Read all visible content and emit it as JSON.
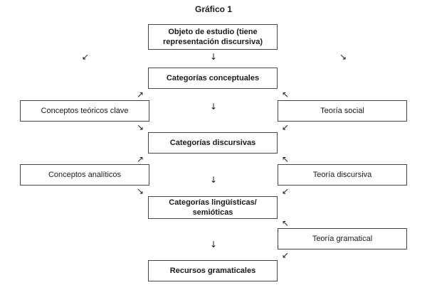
{
  "title": "Gráfico 1",
  "center_boxes": [
    {
      "label": "Objeto de estudio (tiene representación discursiva)"
    },
    {
      "label": "Categorías conceptuales"
    },
    {
      "label": "Categorías discursivas"
    },
    {
      "label": "Categorías lingüísticas/ semióticas"
    },
    {
      "label": "Recursos gramaticales"
    }
  ],
  "left_boxes": [
    {
      "label": "Conceptos teóricos clave"
    },
    {
      "label": "Conceptos analíticos"
    }
  ],
  "right_boxes": [
    {
      "label": "Teoría social"
    },
    {
      "label": "Teoría discursiva"
    },
    {
      "label": "Teoría gramatical"
    }
  ],
  "glyphs": {
    "down": "↓",
    "down_left": "↙",
    "down_right": "↘",
    "up_left": "↖",
    "up_right": "↗"
  }
}
